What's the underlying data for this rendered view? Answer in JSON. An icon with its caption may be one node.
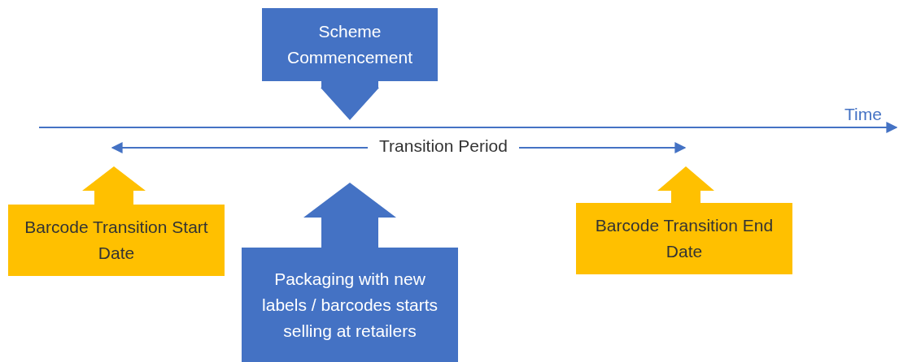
{
  "diagram": {
    "nodes": [
      {
        "text": [
          "Scheme Commencement"
        ]
      },
      {
        "text": [
          "Barcode Transition Start Date"
        ]
      },
      {
        "text": [
          "Packaging with new labels / barcodes starts selling at retailers"
        ]
      },
      {
        "text": [
          "Barcode Transition End Date"
        ]
      }
    ],
    "labels": [
      "Time",
      "Transition Period"
    ]
  }
}
